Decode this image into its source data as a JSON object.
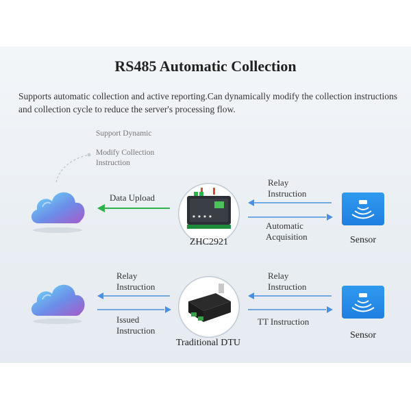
{
  "title": "RS485 Automatic Collection",
  "description": "Supports automatic collection and active reporting.Can dynamically modify the collection instructions and collection cycle to reduce the server's processing flow.",
  "annotation": {
    "line1": "Support Dynamic",
    "line2": "Modify Collection",
    "line3": "Instruction"
  },
  "row1": {
    "upload_label": "Data Upload",
    "relay_line1": "Relay",
    "relay_line2": "Instruction",
    "auto_line1": "Automatic",
    "auto_line2": "Acquisition",
    "device_name": "ZHC2921",
    "sensor_label": "Sensor"
  },
  "row2": {
    "left_relay_line1": "Relay",
    "left_relay_line2": "Instruction",
    "issued_line1": "Issued",
    "issued_line2": "Instruction",
    "right_relay_line1": "Relay",
    "right_relay_line2": "Instruction",
    "tt_label": "TT Instruction",
    "device_name": "Traditional DTU",
    "sensor_label": "Sensor"
  },
  "colors": {
    "upload_arrow": "#2fb24a",
    "flow_arrow": "#4a8fe0",
    "sensor_blue": "#2388e8"
  }
}
